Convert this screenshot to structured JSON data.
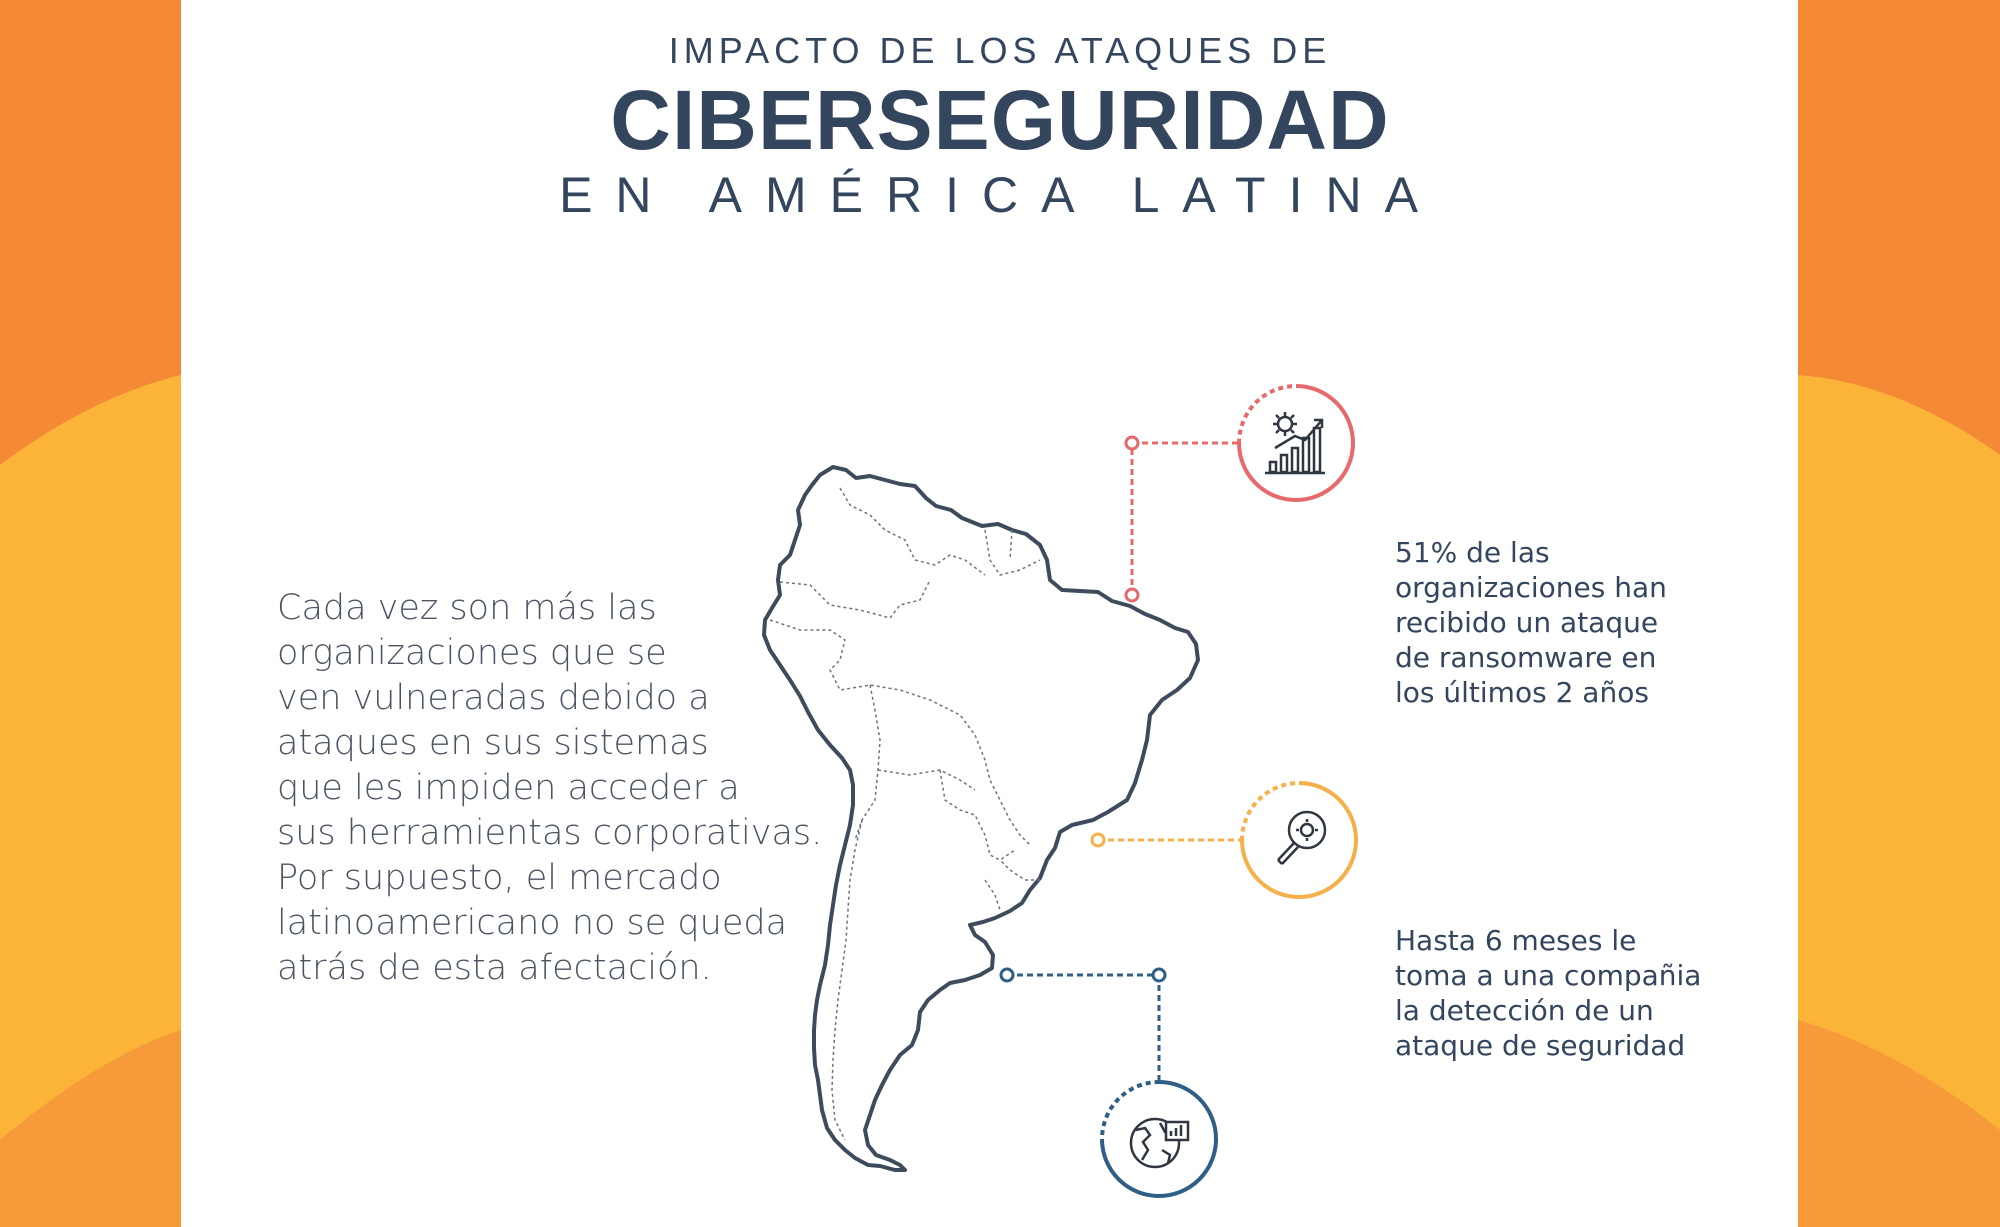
{
  "header": {
    "line1": "IMPACTO DE LOS ATAQUES DE",
    "line2": "CIBERSEGURIDAD",
    "line3": "EN AMÉRICA LATINA"
  },
  "intro": {
    "text": "Cada vez son más las organizaciones que se ven vulneradas debido a ataques en sus sistemas que les impiden acceder a sus herramientas corporativas. Por supuesto, el mercado latinoamericano no se queda atrás de esta afectación.",
    "lines": [
      "Cada vez son más las",
      "organizaciones que se",
      "ven vulneradas debido a",
      "ataques en sus sistemas",
      "que les impiden acceder a",
      "sus herramientas corporativas.",
      "Por supuesto, el mercado",
      "latinoamericano no se queda",
      "atrás de esta afectación."
    ]
  },
  "stats": [
    {
      "icon": "ransomware-growth-chart-icon",
      "lines": [
        "51% de las",
        "organizaciones han",
        "recibido un ataque",
        "de ransomware en",
        "los últimos 2 años"
      ],
      "color": "#e8696b"
    },
    {
      "icon": "magnifier-virus-icon",
      "lines": [],
      "color": "#f5b04a"
    },
    {
      "icon": "globe-chart-icon",
      "lines": [
        "Hasta 6 meses le",
        "toma a una compañia",
        "la detección de un",
        "ataque de seguridad"
      ],
      "color": "#2f5f86"
    }
  ],
  "colors": {
    "accent_orange": "#f58a36",
    "accent_yellow": "#fbb438",
    "text_dark": "#34465e",
    "red_line": "#e8696b",
    "yellow_line": "#f5b04a",
    "blue_line": "#2f5f86"
  }
}
